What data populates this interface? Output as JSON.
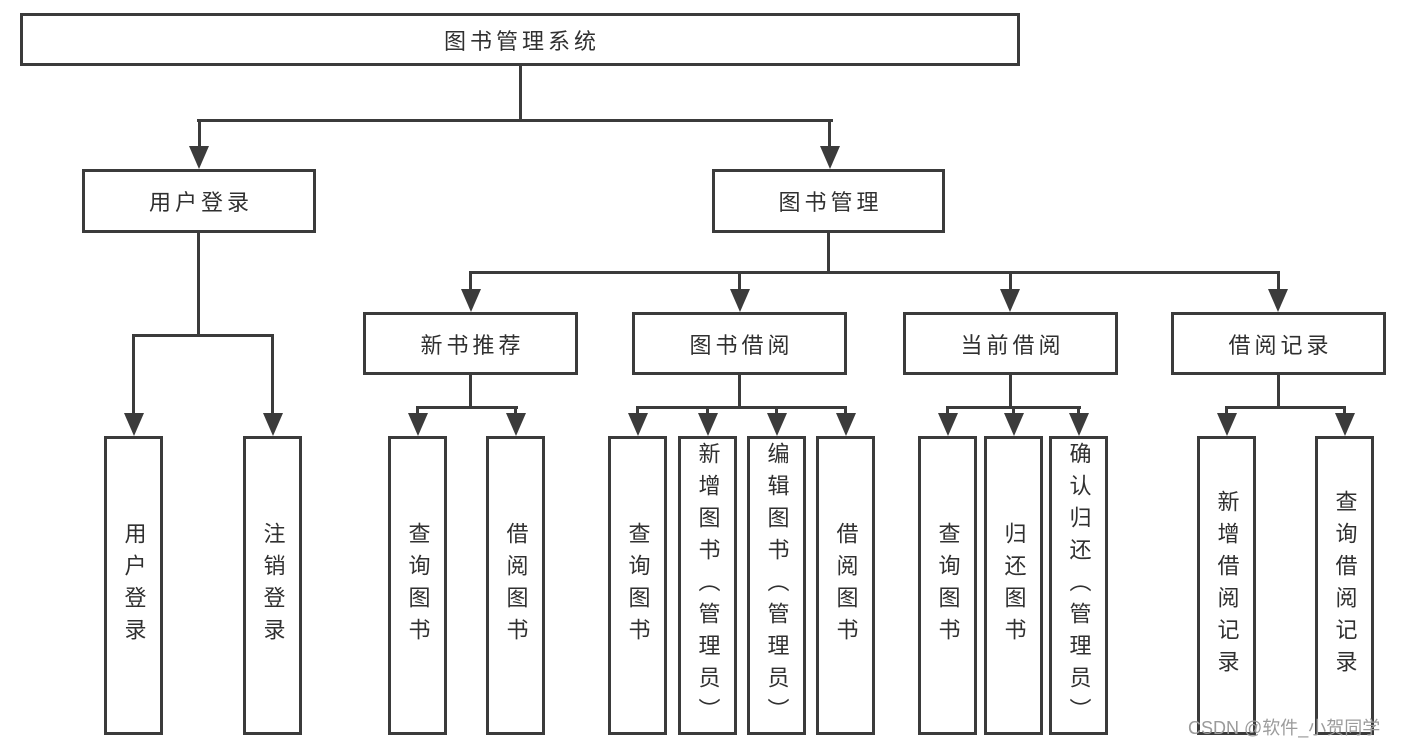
{
  "diagram": {
    "root": {
      "label": "图书管理系统"
    },
    "branches": [
      {
        "label": "用户登录",
        "children": [
          {
            "label": "用户登录"
          },
          {
            "label": "注销登录"
          }
        ]
      },
      {
        "label": "图书管理",
        "children": [
          {
            "label": "新书推荐",
            "children": [
              {
                "label": "查询图书"
              },
              {
                "label": "借阅图书"
              }
            ]
          },
          {
            "label": "图书借阅",
            "children": [
              {
                "label": "查询图书"
              },
              {
                "label": "新增图书（管理员）"
              },
              {
                "label": "编辑图书（管理员）"
              },
              {
                "label": "借阅图书"
              }
            ]
          },
          {
            "label": "当前借阅",
            "children": [
              {
                "label": "查询图书"
              },
              {
                "label": "归还图书"
              },
              {
                "label": "确认归还（管理员）"
              }
            ]
          },
          {
            "label": "借阅记录",
            "children": [
              {
                "label": "新增借阅记录"
              },
              {
                "label": "查询借阅记录"
              }
            ]
          }
        ]
      }
    ]
  },
  "watermark": {
    "text": "CSDN @软件_小贺同学"
  },
  "colors": {
    "line": "#3b3b3b",
    "box_border": "#3b3b3b",
    "box_fill": "#ffffff",
    "text": "#303030",
    "watermark": "#9b9b9b",
    "background": "#ffffff"
  }
}
